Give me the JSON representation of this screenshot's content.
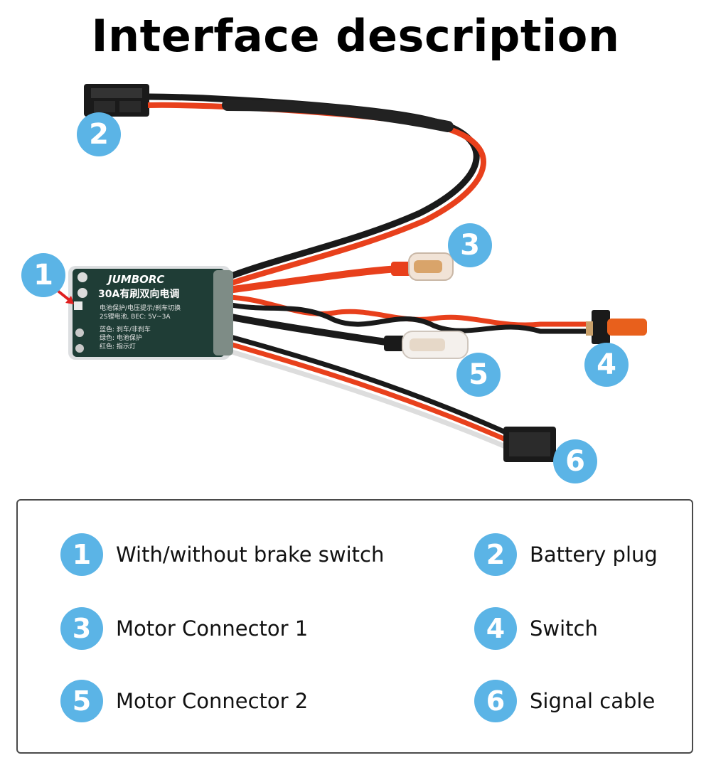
{
  "title": "Interface description",
  "esc_label": {
    "brand": "JUMBORC",
    "model": "30A有刷双向电调",
    "line1": "电池保护/电压提示/刹车切换",
    "line2": "2S锂电池, BEC: 5V~3A",
    "line3": "蓝色: 刹车/非刹车",
    "line4": "绿色: 电池保护",
    "line5": "红色: 指示灯"
  },
  "callouts": [
    "1",
    "2",
    "3",
    "4",
    "5",
    "6"
  ],
  "legend": [
    {
      "num": "1",
      "label": "With/without brake switch"
    },
    {
      "num": "2",
      "label": "Battery plug"
    },
    {
      "num": "3",
      "label": "Motor Connector 1"
    },
    {
      "num": "4",
      "label": "Switch"
    },
    {
      "num": "5",
      "label": "Motor Connector 2"
    },
    {
      "num": "6",
      "label": "Signal cable"
    }
  ],
  "colors": {
    "badge": "#5bb4e6",
    "wire_red": "#e8401c",
    "wire_black": "#1a1a1a",
    "board": "#1f4a3e"
  }
}
